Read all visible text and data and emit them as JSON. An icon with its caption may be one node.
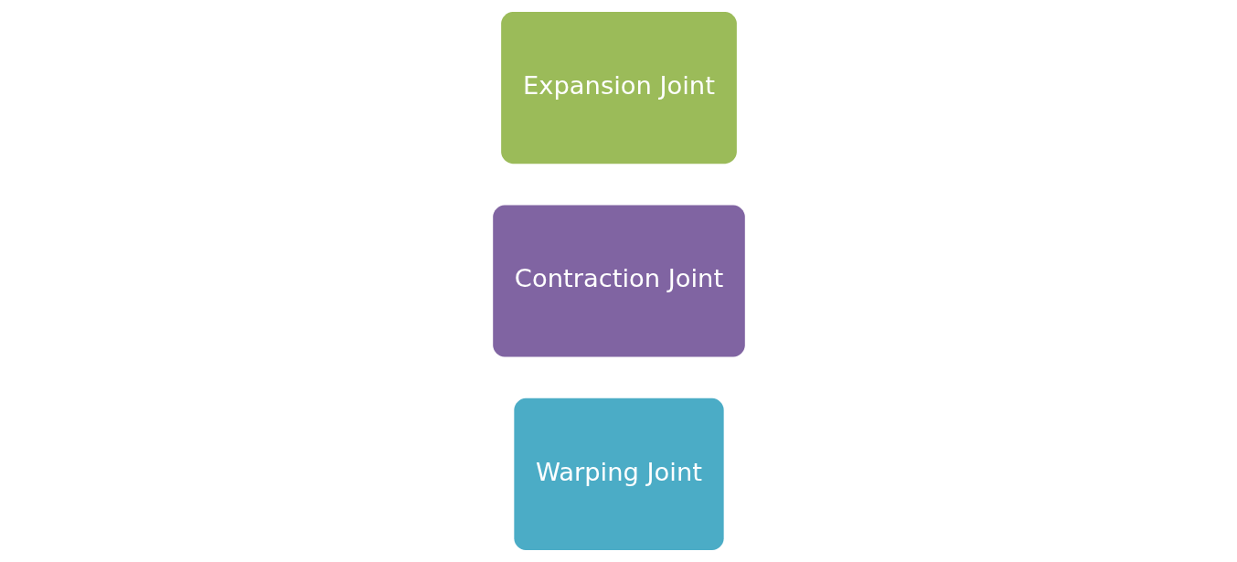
{
  "diagram": {
    "nodes": [
      {
        "text": [
          "Expansion Joint"
        ]
      },
      {
        "text": [
          "Contraction Joint"
        ]
      },
      {
        "text": [
          "Warping Joint"
        ]
      }
    ]
  }
}
